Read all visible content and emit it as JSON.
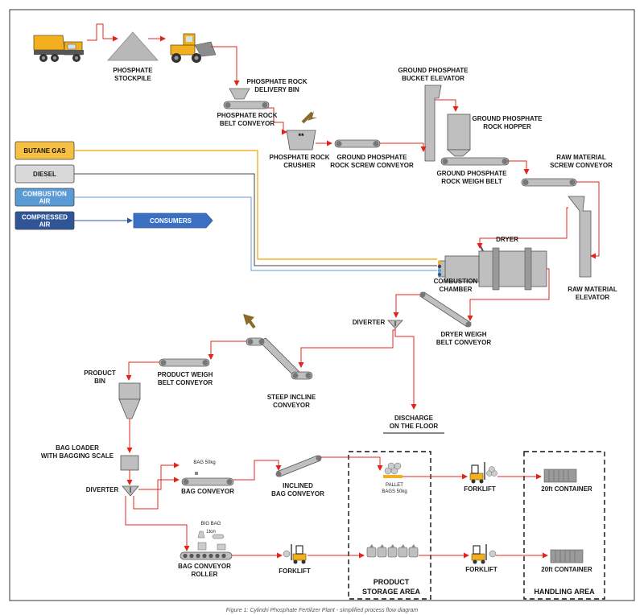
{
  "labels": {
    "stockpile": [
      "PHOSPHATE",
      "STOCKPILE"
    ],
    "delivery_bin": [
      "PHOSPHATE ROCK",
      "DELIVERY BIN"
    ],
    "rock_belt": [
      "PHOSPHATE ROCK",
      "BELT CONVEYOR"
    ],
    "crusher": [
      "PHOSPHATE ROCK",
      "CRUSHER"
    ],
    "screw_conv": [
      "GROUND PHOSPHATE",
      "ROCK SCREW CONVEYOR"
    ],
    "bucket_elev": [
      "GROUND PHOSPHATE",
      "BUCKET ELEVATOR"
    ],
    "hopper": [
      "GROUND PHOSPHATE",
      "ROCK HOPPER"
    ],
    "weigh_belt": [
      "GROUND PHOSPHATE",
      "ROCK WEIGH BELT"
    ],
    "raw_screw": [
      "RAW MATERIAL",
      "SCREW CONVEYOR"
    ],
    "raw_elev": [
      "RAW MATERIAL",
      "ELEVATOR"
    ],
    "dryer": [
      "DRYER"
    ],
    "combustion": [
      "COMBUSTION",
      "CHAMBER"
    ],
    "dryer_weigh": [
      "DRYER WEIGH",
      "BELT CONVEYOR"
    ],
    "diverter1": [
      "DIVERTER"
    ],
    "discharge": [
      "DISCHARGE",
      "ON THE FLOOR"
    ],
    "steep": [
      "STEEP INCLINE",
      "CONVEYOR"
    ],
    "product_weigh": [
      "PRODUCT WEIGH",
      "BELT CONVEYOR"
    ],
    "product_bin": [
      "PRODUCT",
      "BIN"
    ],
    "bag_loader": [
      "BAG LOADER",
      "WITH BAGGING SCALE"
    ],
    "diverter2": [
      "DIVERTER"
    ],
    "bag_50": [
      "BAG 50kg"
    ],
    "bag_conveyor": [
      "BAG CONVEYOR"
    ],
    "inclined_bag": [
      "INCLINED",
      "BAG CONVEYOR"
    ],
    "pallet": [
      "PALLET",
      "BAGS 50kg"
    ],
    "forklift1": [
      "FORKLIFT"
    ],
    "container1": [
      "20ft CONTAINER"
    ],
    "big_bag": [
      "BIG BAG",
      "1ton"
    ],
    "roller": [
      "BAG CONVEYOR",
      "ROLLER"
    ],
    "forklift2": [
      "FORKLIFT"
    ],
    "forklift3": [
      "FORKLIFT"
    ],
    "container2": [
      "20ft CONTAINER"
    ]
  },
  "sources": [
    {
      "label": [
        "BUTANE GAS"
      ],
      "fill": "#f5c043",
      "text": "#1a1a1a",
      "line": "#f0b429"
    },
    {
      "label": [
        "DIESEL"
      ],
      "fill": "#d9d9d9",
      "text": "#1a1a1a",
      "line": "#444444"
    },
    {
      "label": [
        "COMBUSTION",
        "AIR"
      ],
      "fill": "#5b9bd5",
      "text": "#ffffff",
      "line": "#5b9bd5"
    },
    {
      "label": [
        "COMPRESSED",
        "AIR"
      ],
      "fill": "#2f5597",
      "text": "#ffffff",
      "line": "#2f5597"
    }
  ],
  "consumers": "CONSUMERS",
  "areas": {
    "product_storage": [
      "PRODUCT",
      "STORAGE AREA"
    ],
    "handling": "HANDLING AREA"
  },
  "caption": "Figure 1: Cylindri Phosphate Fertilizer Plant - simplified process flow diagram",
  "colors": {
    "flow": "#e0261b",
    "equipment": "#bfbfbf",
    "outline": "#555555"
  }
}
